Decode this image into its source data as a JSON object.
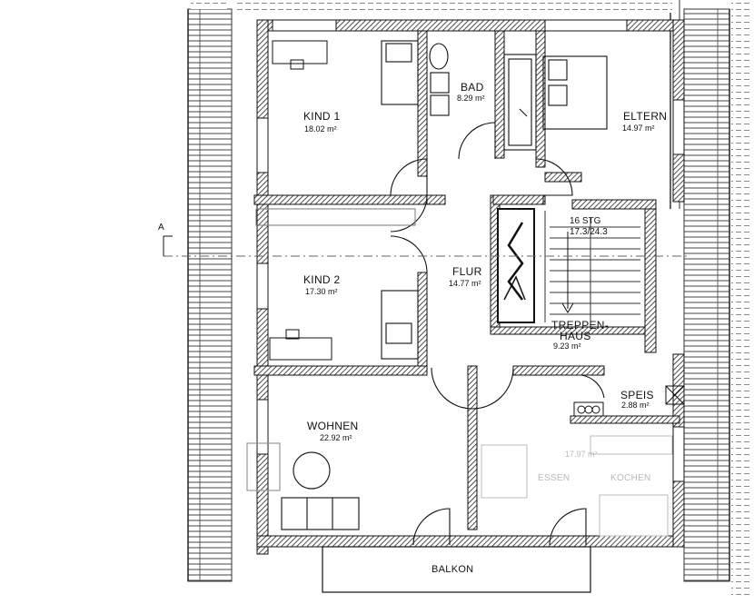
{
  "section_marker": "A",
  "rooms": {
    "bad": {
      "name": "BAD",
      "area": "8.29 m²"
    },
    "kind1": {
      "name": "KIND 1",
      "area": "18.02 m²"
    },
    "eltern": {
      "name": "ELTERN",
      "area": "14.97 m²"
    },
    "stair": {
      "steps": "16 STG",
      "ratio": "17.3/24.3"
    },
    "kind2": {
      "name": "KIND 2",
      "area": "17.30 m²"
    },
    "flur": {
      "name": "FLUR",
      "area": "14.77 m²"
    },
    "treppenhaus": {
      "name_line1": "TREPPEN-",
      "name_line2": "HAUS",
      "area": "9.23 m²"
    },
    "speis": {
      "name": "SPEIS",
      "area": "2.88 m²"
    },
    "wohnen": {
      "name": "WOHNEN",
      "area": "22.92 m²"
    },
    "essen_kochen": {
      "essen": "ESSEN",
      "kochen": "KOCHEN",
      "area": "17.97 m²"
    },
    "balkon": {
      "name": "BALKON"
    }
  }
}
